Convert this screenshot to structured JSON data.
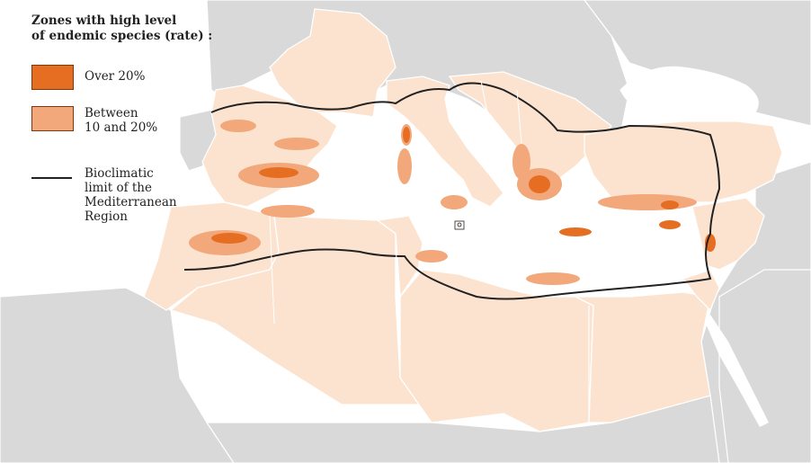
{
  "legend": {
    "title": "Zones with high level\nof endemic species (rate) :",
    "over_label": "Over 20%",
    "between_label": "Between\n10 and 20%",
    "limit_label": "Bioclimatic\nlimit of the\nMediterranean\nRegion"
  },
  "colors": {
    "sea": "#ffffff",
    "outside_land": "#d9d9d9",
    "mediterranean_land": "#fce3d0",
    "rate_10_20": "#f2a87a",
    "rate_over_20": "#e66e23",
    "limit_line": "#222222",
    "borders": "#ffffff"
  }
}
